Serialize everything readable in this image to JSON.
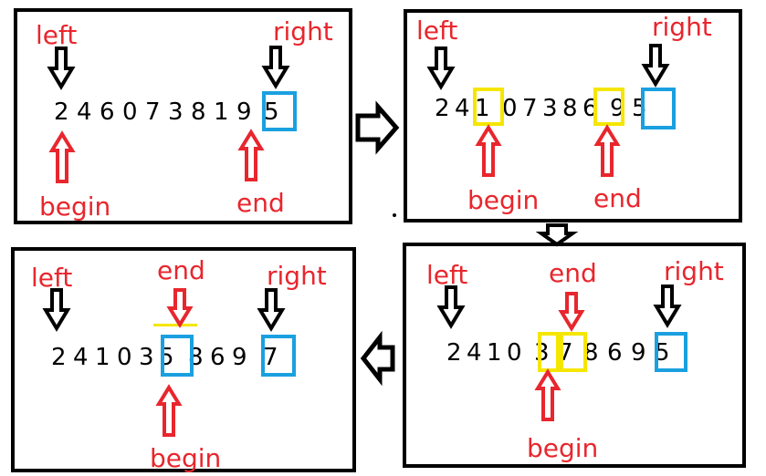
{
  "colors": {
    "label_red": "#e8262d",
    "pointer_box_blue": "#1aa0e0",
    "swap_box_yellow": "#f5e600",
    "frame_black": "#000000"
  },
  "panels": [
    {
      "id": "step-1",
      "labels": {
        "left": "left",
        "right": "right",
        "begin": "begin",
        "end": "end"
      },
      "digits": [
        "2",
        "4",
        "6",
        "0",
        "7",
        "3",
        "8",
        "1",
        "9",
        "5"
      ]
    },
    {
      "id": "step-2",
      "labels": {
        "left": "left",
        "right": "right",
        "begin": "begin",
        "end": "end"
      },
      "digits": [
        "2",
        "4",
        "1",
        "0",
        "7",
        "3",
        "8",
        "6",
        "9",
        "5"
      ]
    },
    {
      "id": "step-3",
      "labels": {
        "left": "left",
        "right": "right",
        "begin": "begin",
        "end": "end"
      },
      "digits": [
        "2",
        "4",
        "1",
        "0",
        "3",
        "7",
        "8",
        "6",
        "9",
        "5"
      ]
    },
    {
      "id": "step-4",
      "labels": {
        "left": "left",
        "right": "right",
        "begin": "begin",
        "end": "end"
      },
      "digits": [
        "2",
        "4",
        "1",
        "0",
        "3",
        "5",
        "8",
        "6",
        "9",
        "7"
      ]
    }
  ],
  "flow_arrows": [
    "arrow-right",
    "arrow-down",
    "arrow-left"
  ]
}
